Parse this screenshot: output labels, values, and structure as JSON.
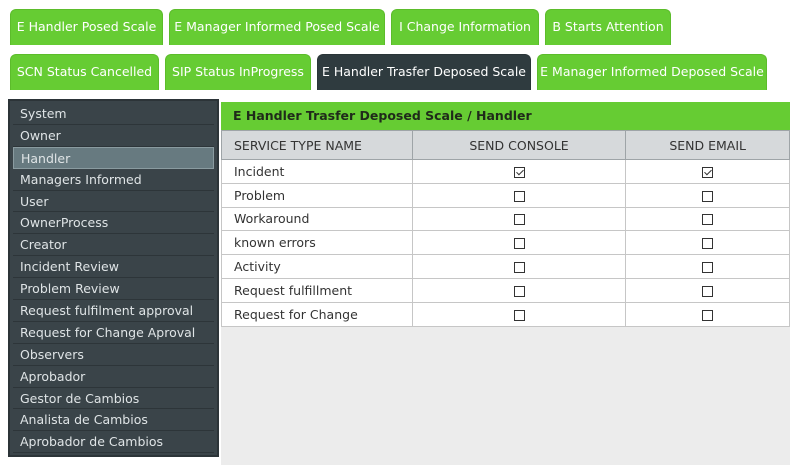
{
  "tabs_row1": [
    {
      "label": "E Handler Posed Scale",
      "active": false
    },
    {
      "label": "E Manager Informed Posed Scale",
      "active": false
    },
    {
      "label": "I Change Information",
      "active": false
    },
    {
      "label": "B Starts Attention",
      "active": false
    }
  ],
  "tabs_row2": [
    {
      "label": "SCN Status Cancelled",
      "active": false
    },
    {
      "label": "SIP Status InProgress",
      "active": false
    },
    {
      "label": "E Handler Trasfer Deposed Scale",
      "active": true
    },
    {
      "label": "E Manager Informed Deposed Scale",
      "active": false
    }
  ],
  "sidebar": {
    "selected": "Handler",
    "items": [
      "System",
      "Owner",
      "Handler",
      "Managers Informed",
      "User",
      "OwnerProcess",
      "Creator",
      "Incident Review",
      "Problem Review",
      "Request fulfilment approval",
      "Request for Change Aproval",
      "Observers",
      "Aprobador",
      "Gestor de Cambios",
      "Analista de Cambios",
      "Aprobador de Cambios"
    ]
  },
  "panel": {
    "title": "E Handler Trasfer Deposed Scale / Handler",
    "columns": [
      "SERVICE TYPE NAME",
      "SEND CONSOLE",
      "SEND EMAIL"
    ],
    "rows": [
      {
        "name": "Incident",
        "console": true,
        "email": true
      },
      {
        "name": "Problem",
        "console": false,
        "email": false
      },
      {
        "name": "Workaround",
        "console": false,
        "email": false
      },
      {
        "name": "known errors",
        "console": false,
        "email": false
      },
      {
        "name": "Activity",
        "console": false,
        "email": false
      },
      {
        "name": "Request fulfillment",
        "console": false,
        "email": false
      },
      {
        "name": "Request for Change",
        "console": false,
        "email": false
      }
    ]
  },
  "colors": {
    "tab_green": "#66cc33",
    "tab_active": "#2f3b3f",
    "sidebar_bg": "#3a4449",
    "sidebar_selected": "#677a80"
  }
}
